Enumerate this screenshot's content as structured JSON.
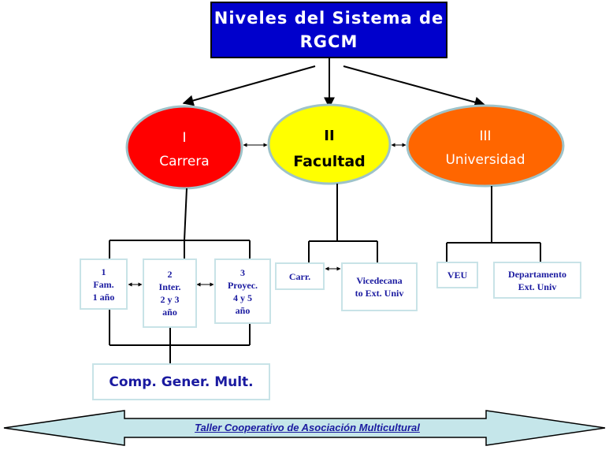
{
  "title": {
    "line1": "Niveles del Sistema de",
    "line2": "RGCM"
  },
  "levels": [
    {
      "numeral": "I",
      "name": "Carrera",
      "fill": "#ff0000",
      "text_color": "#ffffff"
    },
    {
      "numeral": "II",
      "name": "Facultad",
      "fill": "#ffff00",
      "text_color": "#000000"
    },
    {
      "numeral": "III",
      "name": "Universidad",
      "fill": "#ff6600",
      "text_color": "#ffffff"
    }
  ],
  "carrera_years": [
    {
      "label": "1\nFam.\n1 año"
    },
    {
      "label": "2\nInter.\n2 y 3\naño"
    },
    {
      "label": "3\nProyec.\n4 y 5\naño"
    }
  ],
  "facultad_boxes": [
    {
      "label": "Carr."
    },
    {
      "label": "Vicedecana\nto Ext. Univ"
    }
  ],
  "universidad_boxes": [
    {
      "label": "VEU"
    },
    {
      "label": "Departamento\nExt. Univ"
    }
  ],
  "comp_box": {
    "label": "Comp. Gener. Mult."
  },
  "banner": {
    "label": "Taller Cooperativo de Asociación Multicultural",
    "fill": "#c5e6ea"
  },
  "colors": {
    "title_fill": "#0000cc",
    "box_border": "#c8e3e7",
    "box_text": "#1a1aa0"
  }
}
